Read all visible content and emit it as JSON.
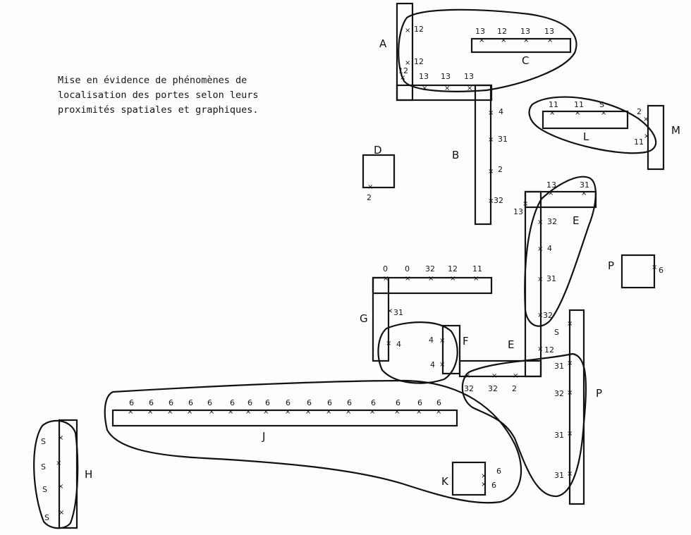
{
  "caption": {
    "line1": "Mise en évidence de phénomènes de",
    "line2": "localisation des portes selon leurs",
    "line3": "proximités spatiales et graphiques."
  },
  "blocks": {
    "A": "A",
    "B": "B",
    "C": "C",
    "D": "D",
    "E1": "E",
    "E2": "E",
    "F": "F",
    "G": "G",
    "H": "H",
    "J": "J",
    "K": "K",
    "L": "L",
    "M": "M",
    "P": "P",
    "P2": "P"
  },
  "doors": {
    "a1": "12",
    "a2": "12",
    "a3": "12",
    "c1": "13",
    "c2": "12",
    "c3": "13",
    "c4": "13",
    "c5": "13",
    "c6": "13",
    "c7": "13",
    "b1": "4",
    "b2": "31",
    "b3": "2",
    "b4": "32",
    "d1": "2",
    "l1": "11",
    "l2": "11",
    "l3": "S",
    "l4": "2",
    "l5": "11",
    "e1": "13",
    "e2": "31",
    "e3": "13",
    "e4": "32",
    "e5": "4",
    "e6": "31",
    "e7": "32",
    "e8": "12",
    "p1": "6",
    "g1": "0",
    "g2": "0",
    "g3": "32",
    "g4": "12",
    "g5": "11",
    "g6": "31",
    "g7": "4",
    "f1": "4",
    "f2": "4",
    "s1": "S",
    "s2": "31",
    "s3": "32",
    "s4": "31",
    "s5": "31",
    "w1": "32",
    "w2": "32",
    "w3": "2",
    "j1": "6",
    "j2": "6",
    "j3": "6",
    "j4": "6",
    "j5": "6",
    "j6": "6",
    "j7": "6",
    "j8": "6",
    "j9": "6",
    "j10": "6",
    "j11": "6",
    "j12": "6",
    "j13": "6",
    "j14": "6",
    "j15": "6",
    "j16": "6",
    "h1": "S",
    "h2": "S",
    "h3": "S",
    "h4": "S",
    "k1": "6",
    "k2": "6"
  }
}
